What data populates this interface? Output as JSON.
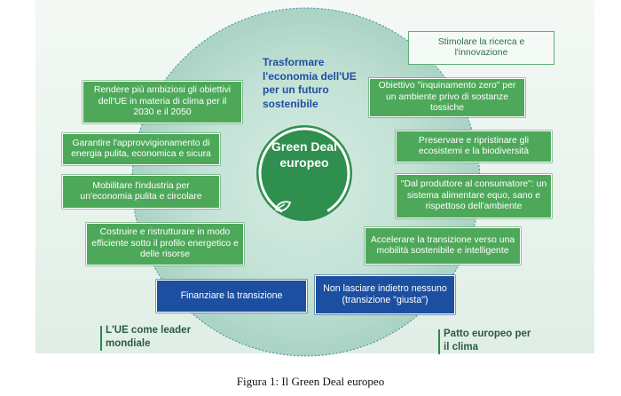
{
  "diagram": {
    "title": "Trasformare l'economia dell'UE per un futuro sostenibile",
    "center_label": "Green Deal europeo",
    "left_items": [
      "Rendere più ambiziosi gli obiettivi dell'UE in materia di clima per il 2030 e il 2050",
      "Garantire l'approvvigionamento di energia pulita, economica e sicura",
      "Mobilitare l'industria per un'economia pulita e circolare",
      "Costruire e ristrutturare in modo efficiente sotto il profilo energetico e delle risorse"
    ],
    "right_items": [
      "Obiettivo \"inquinamento zero\" per un ambiente privo di sostanze tossiche",
      "Preservare e ripristinare gli ecosistemi e la biodiversità",
      "\"Dal produttore al consumatore\": un sistema alimentare equo, sano e rispettoso dell'ambiente",
      "Accelerare la transizione verso una mobilità sostenibile e intelligente"
    ],
    "top_right_item": "Stimolare la ricerca e l'innovazione",
    "bottom_items": [
      "Finanziare la transizione",
      "Non lasciare indietro nessuno (transizione \"giusta\")"
    ],
    "corner_left": "L'UE come leader mondiale",
    "corner_right": "Patto europeo per il clima",
    "caption": "Figura 1: Il Green Deal europeo",
    "colors": {
      "green_box": "#4ea85a",
      "blue_box": "#1c4fa0",
      "heading_blue": "#1f4e9c",
      "ring_green": "#2f8f4e",
      "disc": "#b9ddd0"
    }
  }
}
